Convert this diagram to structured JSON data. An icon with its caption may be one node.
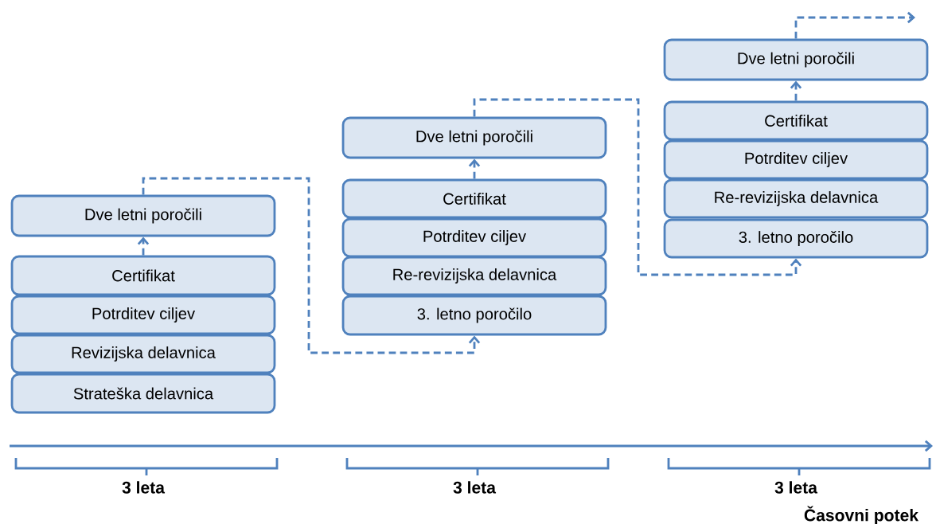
{
  "diagram": {
    "nodes": [
      {
        "text": [
          "Dve letni poročili"
        ]
      },
      {
        "text": [
          "Certifikat"
        ]
      },
      {
        "text": [
          "Potrditev ciljev"
        ]
      },
      {
        "text": [
          "Revizijska delavnica"
        ]
      },
      {
        "text": [
          "Strateška delavnica"
        ]
      },
      {
        "text": [
          "Dve letni poročili"
        ]
      },
      {
        "text": [
          "Certifikat"
        ]
      },
      {
        "text": [
          "Potrditev ciljev"
        ]
      },
      {
        "text": [
          "Re-revizijska delavnica"
        ]
      },
      {
        "text": [
          "3. letno poročilo"
        ]
      },
      {
        "text": [
          "Dve letni poročili"
        ]
      },
      {
        "text": [
          "Certifikat"
        ]
      },
      {
        "text": [
          "Potrditev ciljev"
        ]
      },
      {
        "text": [
          "Re-revizijska delavnica"
        ]
      },
      {
        "text": [
          "3. letno poročilo"
        ]
      }
    ],
    "edges": [
      {
        "from": 1,
        "to": 0,
        "arrow": "to",
        "style": "dashed"
      },
      {
        "from": 0,
        "to": 9,
        "arrow": "to",
        "style": "dashed"
      },
      {
        "from": 6,
        "to": 5,
        "arrow": "to",
        "style": "dashed"
      },
      {
        "from": 5,
        "to": 14,
        "arrow": "to",
        "style": "dashed"
      },
      {
        "from": 11,
        "to": 10,
        "arrow": "to",
        "style": "dashed"
      },
      {
        "from": 10,
        "to": null,
        "arrow": "to",
        "style": "dashed"
      }
    ],
    "labels": [
      "3 leta",
      "3 leta",
      "3 leta",
      "Časovni potek"
    ]
  }
}
